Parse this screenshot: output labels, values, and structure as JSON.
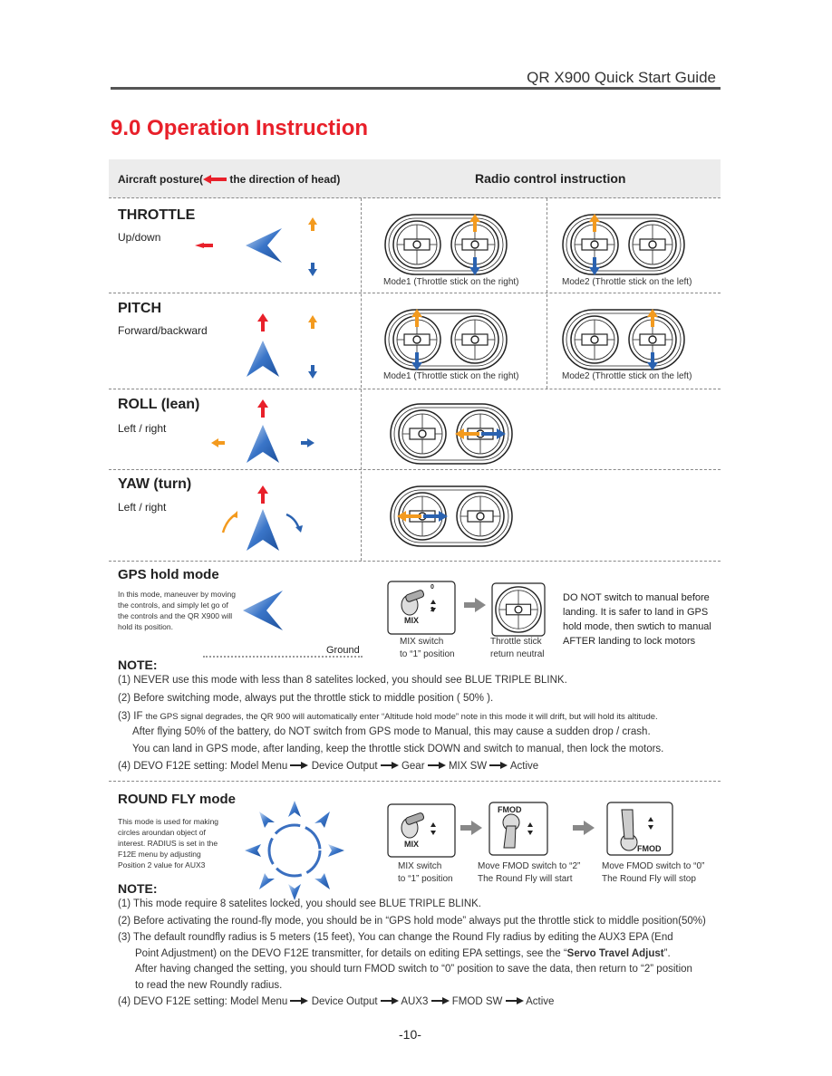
{
  "header": {
    "title": "QR X900 Quick Start Guide"
  },
  "section_title": "9.0 Operation Instruction",
  "table_header": {
    "col1_a": "Aircraft posture(",
    "col1_b": " the direction of head)",
    "col2": "Radio control instruction"
  },
  "rows": {
    "throttle": {
      "title": "THROTTLE",
      "sub": "Up/down",
      "cap1": "Mode1 (Throttle stick on the right)",
      "cap2": "Mode2 (Throttle stick on the left)"
    },
    "pitch": {
      "title": "PITCH",
      "sub": "Forward/backward",
      "cap1": "Mode1 (Throttle stick on the right)",
      "cap2": "Mode2 (Throttle stick on the left)"
    },
    "roll": {
      "title": "ROLL (lean)",
      "sub": "Left / right"
    },
    "yaw": {
      "title": "YAW (turn)",
      "sub": "Left / right"
    }
  },
  "gps": {
    "title": "GPS hold mode",
    "desc": [
      "In this mode, maneuver by moving",
      "the controls, and simply let go of",
      "the controls and the QR X900 will",
      "hold its position."
    ],
    "ground": "Ground",
    "mix_label": "MIX",
    "mix_caption": [
      "MIX switch",
      "to “1” position"
    ],
    "stick_caption": [
      "Throttle stick",
      "return neutral"
    ],
    "warning": [
      "DO NOT switch to manual before",
      "landing. It is safer to land in GPS",
      "hold mode, then swtich to manual",
      "AFTER landing to lock motors"
    ],
    "note_title": "NOTE:",
    "notes": {
      "n1": "(1) NEVER use this mode with less than 8 satelites locked,  you should see BLUE TRIPLE BLINK.",
      "n2": "(2) Before switching mode, always put the throttle stick to middle position ( 50% ).",
      "n3a": "(3) IF ",
      "n3b": "the GPS signal degrades, the QR 900 will automatically enter “Altitude hold mode” note in this mode it will drift, but will hold its altitude.",
      "n3c": "After flying 50% of the battery, do NOT switch from GPS mode to Manual, this may cause a sudden drop / crash.",
      "n3d": "You can land in GPS mode, after landing, keep the throttle stick DOWN and switch to manual, then lock the motors.",
      "n4": [
        "(4) DEVO F12E setting: Model Menu",
        "Device Output",
        "Gear",
        "MIX SW",
        "Active"
      ]
    }
  },
  "round": {
    "title": "ROUND FLY mode",
    "desc": [
      "This mode is used for making",
      "circles aroundan object of",
      "interest. RADIUS is set in the",
      "F12E menu by adjusting",
      "Position 2 value for AUX3"
    ],
    "mix_label": "MIX",
    "fmod_label": "FMOD",
    "mix_caption": [
      "MIX switch",
      "to “1” position"
    ],
    "fmod2_caption": [
      "Move FMOD switch to “2”",
      "The Round Fly will start"
    ],
    "fmod0_caption": [
      "Move FMOD switch to “0”",
      "The Round Fly will stop"
    ],
    "note_title": "NOTE:",
    "notes": {
      "n1": "(1) This mode require 8 satelites locked,  you should see BLUE TRIPLE BLINK.",
      "n2": "(2) Before activating the round-fly mode, you should be in “GPS hold mode” always put the throttle stick to middle position(50%)",
      "n3a": "(3) The default roundfly radius is 5 meters (15 feet), You can change the Round Fly radius by editing the AUX3  EPA (End",
      "n3b1": "Point Adjustment) on the DEVO F12E transmitter, for details on editing EPA settings, see the “",
      "n3b2": "Servo Travel Adjust",
      "n3b3": "”.",
      "n3c": "After having changed the setting, you should turn FMOD switch to “0” position to save the data, then return to “2” position",
      "n3d": "to read the new Roundly radius.",
      "n4": [
        "(4) DEVO F12E setting: Model Menu",
        "Device Output",
        "AUX3",
        "FMOD SW",
        "Active"
      ]
    }
  },
  "switch_positions": [
    "0",
    "1",
    "2"
  ],
  "page_number": "-10-",
  "colors": {
    "red": "#e8202a",
    "orange": "#f39a1e",
    "blue": "#2a62b0",
    "arrow_fill": "#3a6fc0"
  }
}
